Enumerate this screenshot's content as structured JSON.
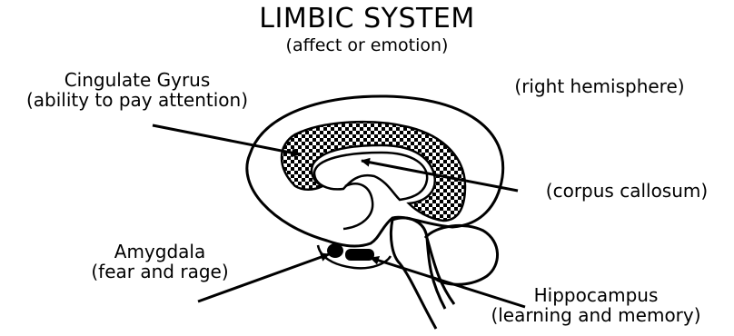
{
  "title": "LIMBIC SYSTEM",
  "subtitle": "(affect or emotion)",
  "labels": {
    "cingulate": {
      "name": "Cingulate Gyrus",
      "desc": "(ability to pay attention)"
    },
    "hemisphere": "(right hemisphere)",
    "corpus": "(corpus callosum)",
    "amygdala": {
      "name": "Amygdala",
      "desc": "(fear and rage)"
    },
    "hippocampus": {
      "name": "Hippocampus",
      "desc": "(learning and memory)"
    }
  },
  "colors": {
    "ink": "#000000",
    "paper": "#ffffff"
  }
}
